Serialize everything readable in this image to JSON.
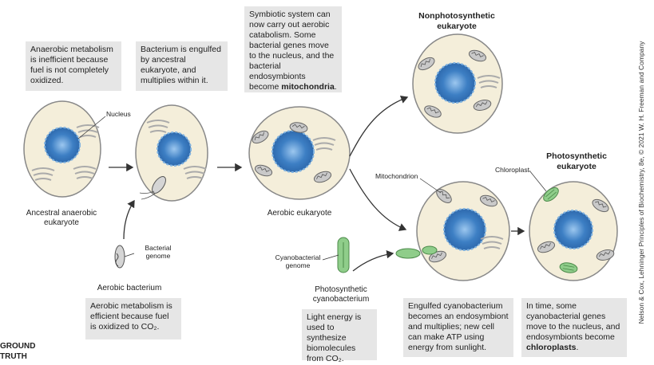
{
  "boxes": {
    "anaerobic": "Anaerobic metabolism is inefficient because fuel is not completely oxidized.",
    "engulfed": "Bacterium is engulfed by ancestral eukaryote, and multiplies within it.",
    "symbiotic_pre": "Symbiotic system can now carry out aerobic catabolism. Some bacterial genes move to the nucleus, and the bacterial endosymbionts become ",
    "symbiotic_bold": "mitochondria",
    "symbiotic_post": ".",
    "aerobic": "Aerobic metabolism is efficient because fuel is oxidized to CO₂.",
    "light": "Light energy is used to synthesize biomolecules from CO₂.",
    "cyanoengulf": "Engulfed cyanobacterium becomes an endosymbiont and multiplies; new cell can make ATP using energy from sunlight.",
    "intime_pre": "In time, some cyanobacterial genes move to the nucleus, and endosymbionts become ",
    "intime_bold": "chloroplasts",
    "intime_post": "."
  },
  "labels": {
    "nucleus": "Nucleus",
    "ancestral": "Ancestral anaerobic eukaryote",
    "bacterial_genome": "Bacterial genome",
    "aerobic_bacterium": "Aerobic bacterium",
    "aerobic_eukaryote": "Aerobic eukaryote",
    "nonphoto": "Nonphotosynthetic eukaryote",
    "photo": "Photosynthetic eukaryote",
    "mitochondrion": "Mitochondrion",
    "chloroplast": "Chloroplast",
    "cyano_genome": "Cyanobacterial genome",
    "photo_cyano": "Photosynthetic cyanobacterium"
  },
  "credit": "Nelson & Cox, Lehninger Principles of Biochemistry, 8e, © 2021 W. H. Freeman and Company",
  "ground_truth": "GROUND TRUTH",
  "colors": {
    "box": "#e6e6e6",
    "cell_fill": "#f4eeda",
    "nucleus": "#3d7fc4",
    "organelle": "#b9b9b9",
    "chloroplast": "#7fbf7a"
  }
}
